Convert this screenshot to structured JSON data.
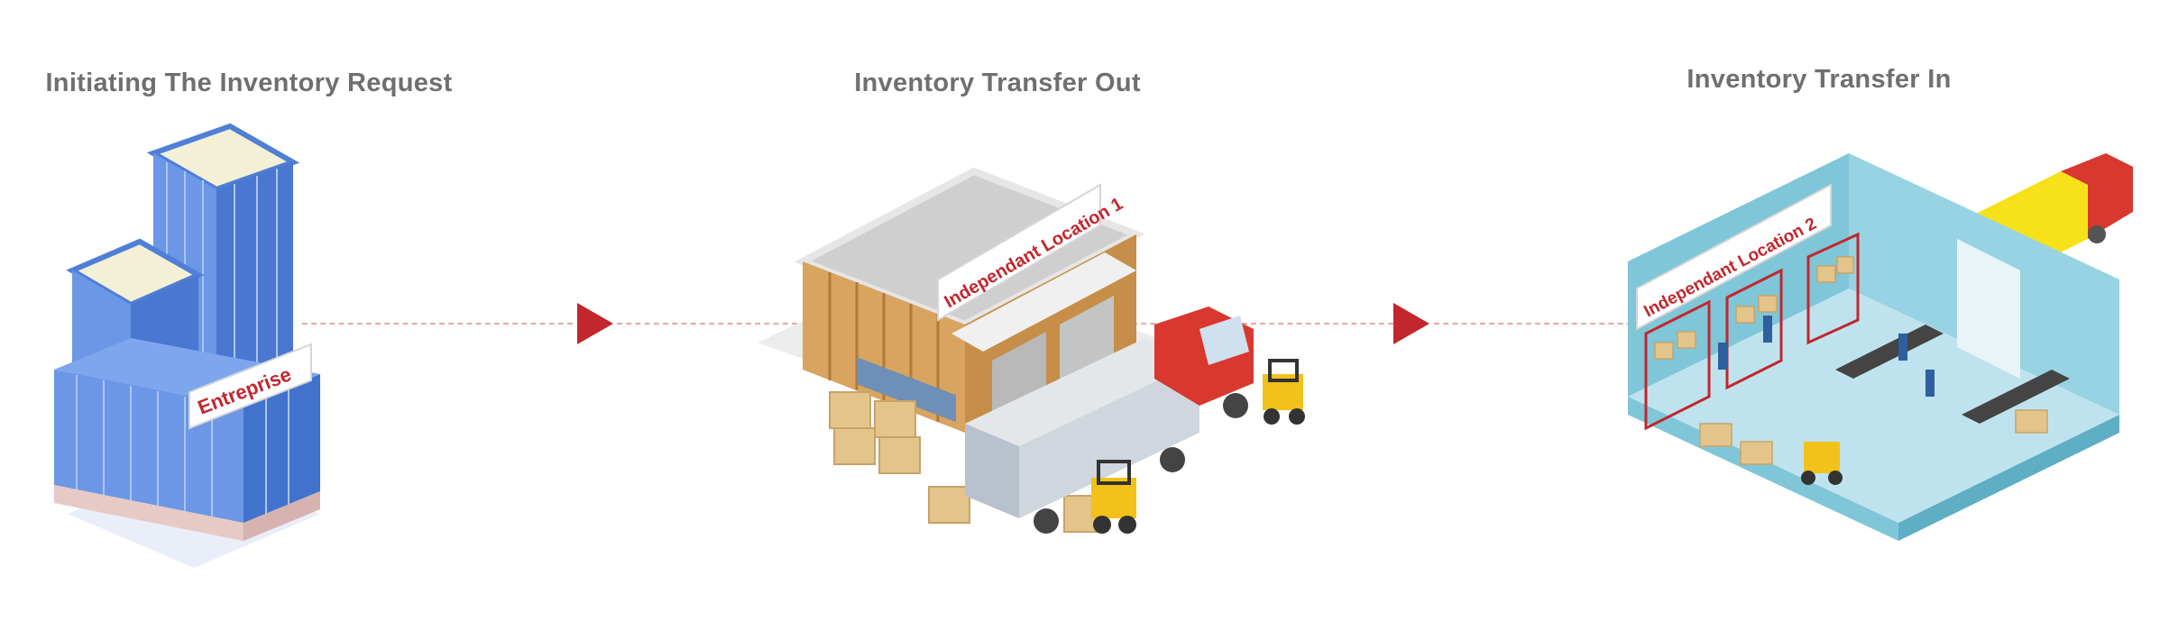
{
  "steps": [
    {
      "title": "Initiating The Inventory Request",
      "sign": "Entreprise"
    },
    {
      "title": "Inventory Transfer Out",
      "sign": "Independant Location 1"
    },
    {
      "title": "Inventory Transfer In",
      "sign": "Independant Location 2"
    }
  ],
  "colors": {
    "accent_red": "#c1272d",
    "title_gray": "#6f6f6f",
    "building_blue": "#4f7fd6",
    "warehouse_wood": "#d9a45f",
    "floor_teal": "#a9d9e6"
  }
}
